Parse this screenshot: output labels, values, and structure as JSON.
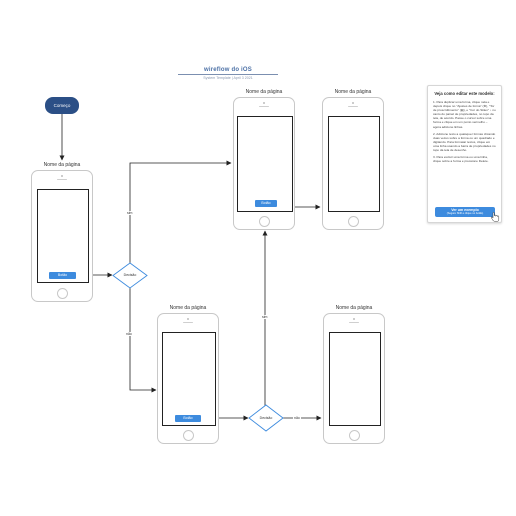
{
  "header": {
    "title": "wireflow do iOS",
    "subtitle": "System Template | April 3 2021"
  },
  "start": {
    "label": "Começo"
  },
  "pages": [
    {
      "label": "Nome da página",
      "button": "Botão"
    },
    {
      "label": "Nome da página",
      "button": "Botão"
    },
    {
      "label": "Nome da página"
    },
    {
      "label": "Nome da página",
      "button": "Botão"
    },
    {
      "label": "Nome da página"
    }
  ],
  "decisions": [
    {
      "label": "Decisão"
    },
    {
      "label": "Decisão"
    }
  ],
  "edge_labels": {
    "decision1_up": "sim",
    "decision1_down": "não",
    "decision2_up": "sim",
    "decision2_right": "não"
  },
  "note": {
    "title": "Veja como editar este modelo:",
    "step1": "1. Para duplicar uma forma, clique nela e depois clique no \"Ajustes de forma\" (⚙), \"Tor de proscrditmento\" (▤), e \"Cor do Stilen\" ↓ no canto do painel de propriedades, no topo da tela, de acordo. Passe o cursor sobre uma forma e clique em um ponto vermelho – agora adicione linhas.",
    "step2": "2. Adicione texto a quaisquer formas clicando duas vezes sobre a forma ou um quadrado e digitando. Para formatar textos, clique em uma linha usando a barra de propriedades no topo da tela de desenho.",
    "step3": "3. Para excluir uma forma ou uma linha, clique sobre a forma e pressione Delete.",
    "button_line1": "Ver um exemplo",
    "button_line2": "(Segure Shift e clique no botão)"
  }
}
